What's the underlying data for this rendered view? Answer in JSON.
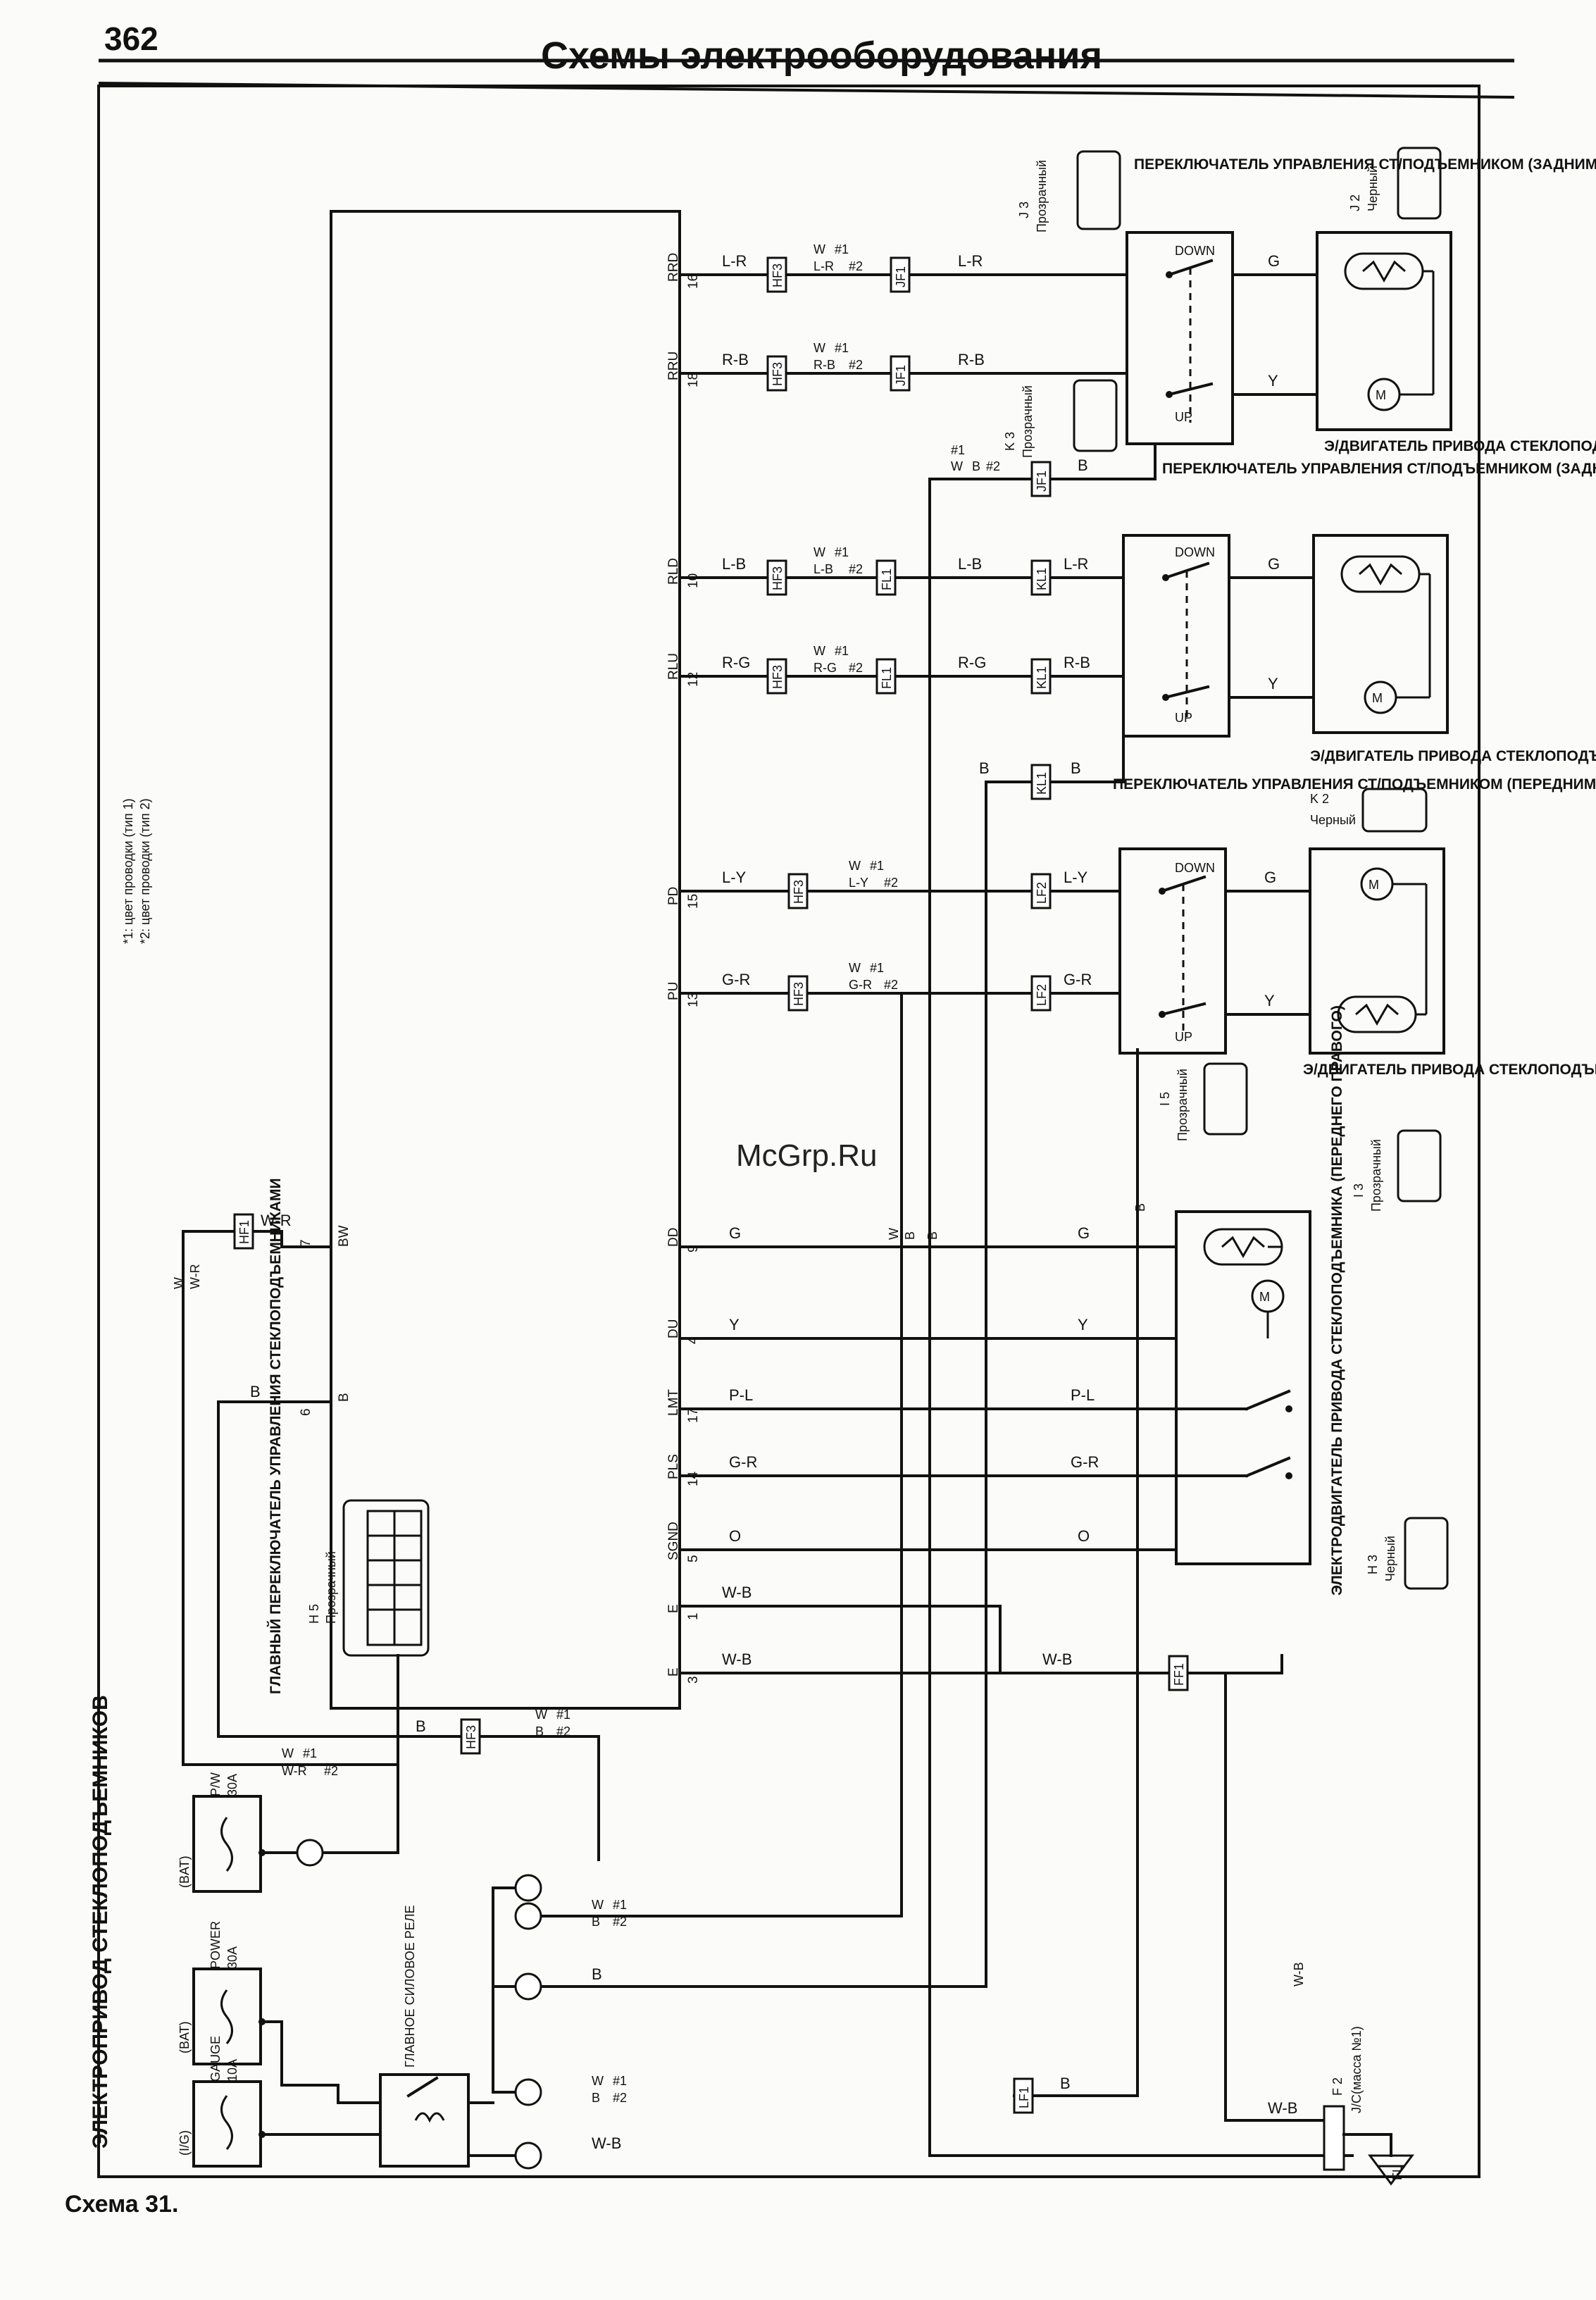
{
  "header": {
    "page_number": "362",
    "title": "Схемы электрооборудования"
  },
  "footer": {
    "caption": "Схема 31."
  },
  "watermark": "McGrp.Ru",
  "side_title": "ЭЛЕКТРОПРИВОД СТЕКЛОПОДЪЕМНИКОВ",
  "notes": {
    "n1": "*1: цвет проводки (тип 1)",
    "n2": "*2: цвет проводки (тип 2)"
  },
  "main_switch": {
    "title": "ГЛАВНЫЙ ПЕРЕКЛЮЧАТЕЛЬ УПРАВЛЕНИЯ СТЕКЛОПОДЪЕМНИКАМИ",
    "connector_id": "H 5",
    "connector_color": "Прозрачный",
    "terminals": {
      "rrd": "RRD",
      "rru": "RRU",
      "rld": "RLD",
      "rlu": "RLU",
      "pd": "PD",
      "pu": "PU",
      "dd": "DD",
      "du": "DU",
      "lmt": "LMT",
      "pls": "PLS",
      "sgnd": "SGND",
      "e1": "E",
      "e2": "E",
      "bw": "BW",
      "b": "B"
    },
    "pins": {
      "rrd": "16",
      "rru": "18",
      "rld": "10",
      "rlu": "12",
      "pd": "15",
      "pu": "13",
      "dd": "9",
      "du": "4",
      "lmt": "17",
      "pls": "14",
      "sgnd": "5",
      "e1": "1",
      "e2": "3",
      "bw": "7",
      "b": "6"
    }
  },
  "wires": {
    "l_r": "L-R",
    "r_b": "R-B",
    "l_b": "L-B",
    "r_g": "R-G",
    "l_y": "L-Y",
    "g_r": "G-R",
    "g": "G",
    "y": "Y",
    "p_l": "P-L",
    "o": "O",
    "w_b": "W-B",
    "b": "B",
    "w_r": "W-R",
    "w": "W",
    "t1": "#1",
    "t2": "#2"
  },
  "junctions": {
    "hf3": "HF3",
    "jf1": "JF1",
    "fl1": "FL1",
    "kl1": "KL1",
    "lf2": "LF2",
    "ff1": "FF1",
    "hf1": "HF1",
    "lf1": "LF1"
  },
  "switch_states": {
    "down": "DOWN",
    "up": "UP"
  },
  "rr_switch": {
    "title": "ПЕРЕКЛЮЧАТЕЛЬ УПРАВЛЕНИЯ СТ/ПОДЪЕМНИКОМ (ЗАДНИМ ПРАВЫМ)",
    "connector": "J 3",
    "color": "Прозрачный"
  },
  "rr_motor": {
    "title": "Э/ДВИГАТЕЛЬ ПРИВОДА СТЕКЛОПОДЪЕМНИКА (ЗАДНЕГО ПРАВОГО)",
    "connector": "J 2",
    "color": "Черный"
  },
  "rl_switch": {
    "title": "ПЕРЕКЛЮЧАТЕЛЬ УПРАВЛЕНИЯ СТ/ПОДЪЕМНИКОМ (ЗАДНИМ ЛЕВЫМ)",
    "connector": "K 3",
    "color": "Прозрачный"
  },
  "rl_motor": {
    "title": "Э/ДВИГАТЕЛЬ ПРИВОДА СТЕКЛОПОДЪЕМНИКА (ЗАДНЕГО ЛЕВОГО)",
    "connector": "K 2",
    "color": "Черный"
  },
  "fl_switch": {
    "title": "ПЕРЕКЛЮЧАТЕЛЬ УПРАВЛЕНИЯ СТ/ПОДЪЕМНИКОМ (ПЕРЕДНИМ ЛЕВЫМ)",
    "connector": "I 5",
    "color": "Прозрачный"
  },
  "fl_motor": {
    "title": "Э/ДВИГАТЕЛЬ ПРИВОДА СТЕКЛОПОДЪЕМНИКА (ПЕРЕДНЕГО ЛЕВОГО)",
    "connector": "I 3",
    "color": "Прозрачный"
  },
  "fr_motor": {
    "title": "ЭЛЕКТРОДВИГАТЕЛЬ ПРИВОДА СТЕКЛОПОДЪЕМНИКА (ПЕРЕДНЕГО ПРАВОГО)",
    "connector": "H 3",
    "color": "Черный"
  },
  "fuses": {
    "pw": {
      "source": "(BAT)",
      "name": "P/W",
      "rating": "30A"
    },
    "power": {
      "source": "(BAT)",
      "name": "POWER",
      "rating": "30A"
    },
    "gauge": {
      "source": "(I/G)",
      "name": "GAUGE",
      "rating": "10A"
    }
  },
  "relay": {
    "title": "ГЛАВНОЕ СИЛОВОЕ РЕЛЕ"
  },
  "ground": {
    "label": "J/C(масса №1)",
    "connector": "F 2",
    "point": "FL"
  }
}
